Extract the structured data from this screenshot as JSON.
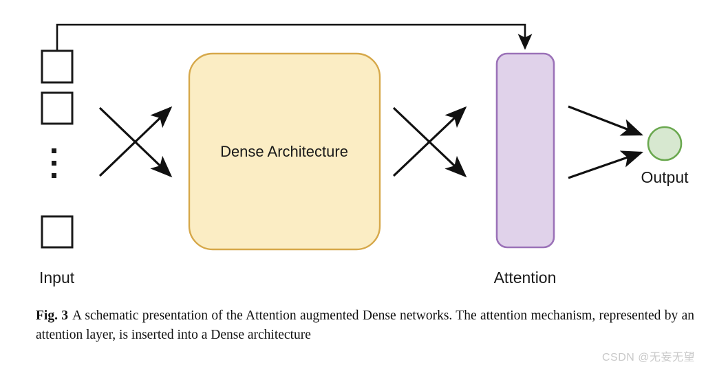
{
  "figure": {
    "input": {
      "label": "Input",
      "node_count_visible": 3,
      "ellipsis": "vertical-dots",
      "node_fill": "#ffffff",
      "node_stroke": "#1a1a1a"
    },
    "dense_block": {
      "label": "Dense Architecture",
      "fill": "#fbedc4",
      "stroke": "#d6a84a"
    },
    "attention_block": {
      "label": "Attention",
      "fill": "#e0d2ea",
      "stroke": "#9b72b8"
    },
    "output": {
      "label": "Output",
      "fill": "#d7e8d0",
      "stroke": "#6aa84f"
    },
    "connections": {
      "skip_connection": "input-to-attention",
      "arrow_color": "#111111",
      "left_cross_arrows": 2,
      "right_cross_arrows": 2,
      "output_arrows": 2
    }
  },
  "caption": {
    "figure_number": "Fig. 3",
    "text": "A schematic presentation of the Attention augmented Dense networks. The attention mechanism, represented by an attention layer, is inserted into a Dense architecture"
  },
  "watermark": {
    "text": "CSDN @无妄无望"
  }
}
